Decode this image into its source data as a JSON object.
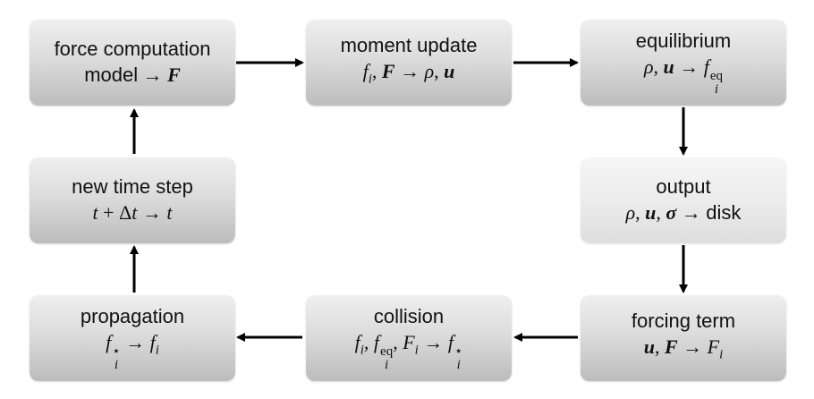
{
  "boxes": {
    "force": {
      "title": "force computation",
      "formula": "model → F"
    },
    "moment": {
      "title": "moment update",
      "formula": "f_i, F → ρ, u"
    },
    "equil": {
      "title": "equilibrium",
      "formula": "ρ, u → f_i^eq"
    },
    "output": {
      "title": "output",
      "formula": "ρ, u, σ → disk"
    },
    "forcing": {
      "title": "forcing term",
      "formula": "u, F → F_i"
    },
    "collision": {
      "title": "collision",
      "formula": "f_i, f_i^eq, F_i → f_i^⋆"
    },
    "propagation": {
      "title": "propagation",
      "formula": "f_i^⋆ → f_i"
    },
    "newstep": {
      "title": "new time step",
      "formula": "t + Δt → t"
    }
  },
  "colors": {
    "box_dark": "#c4c4c4",
    "box_light": "#ececec",
    "arrow": "#000000"
  }
}
